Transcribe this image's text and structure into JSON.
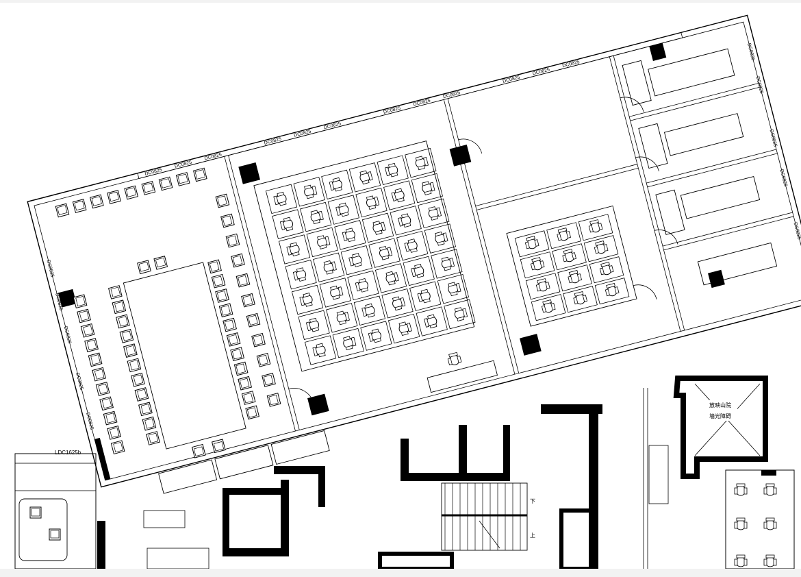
{
  "plan": {
    "background": "#ffffff",
    "line_color": "#000000",
    "frame_color": "#f2f2f2"
  },
  "labels": {
    "window_code": "DC0825",
    "lower_window_code": "LDC1625b",
    "stair_down": "下",
    "stair_up": "上",
    "room_note_1": "放映山院",
    "room_note_2": "墙光障碍"
  },
  "icons": [
    "chair-icon",
    "door-swing-icon",
    "column-icon",
    "stair-icon"
  ]
}
